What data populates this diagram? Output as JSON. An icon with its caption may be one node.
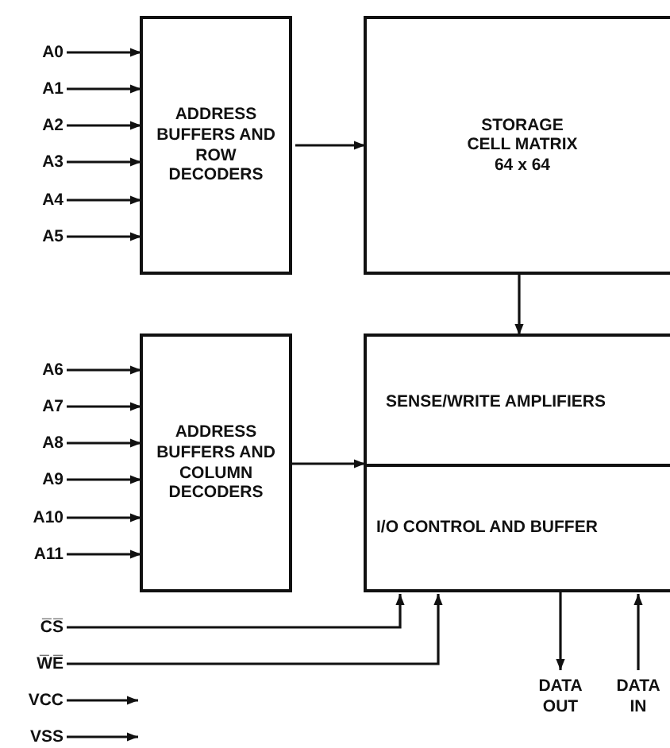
{
  "diagram": {
    "nodes": [
      {
        "text": [
          "A0"
        ]
      },
      {
        "text": [
          "A1"
        ]
      },
      {
        "text": [
          "A2"
        ]
      },
      {
        "text": [
          "A3"
        ]
      },
      {
        "text": [
          "A4"
        ]
      },
      {
        "text": [
          "A5"
        ]
      },
      {
        "text": [
          "ADDRESS BUFFERS AND ROW DECODERS"
        ]
      },
      {
        "text": [
          "STORAGE CELL MATRIX 64 x 64"
        ]
      },
      {
        "text": [
          "A6"
        ]
      },
      {
        "text": [
          "A7"
        ]
      },
      {
        "text": [
          "A8"
        ]
      },
      {
        "text": [
          "A9"
        ]
      },
      {
        "text": [
          "A10"
        ]
      },
      {
        "text": [
          "A11"
        ]
      },
      {
        "text": [
          "ADDRESS BUFFERS AND COLUMN DECODERS"
        ]
      },
      {
        "text": [
          "SENSE/WRITE AMPLIFIERS"
        ]
      },
      {
        "text": [
          "I/O CONTROL AND BUFFER"
        ]
      },
      {
        "text": [
          "C̅S̅"
        ]
      },
      {
        "text": [
          "W̅E̅"
        ]
      },
      {
        "text": [
          "VCC"
        ]
      },
      {
        "text": [
          "VSS"
        ]
      },
      {
        "text": [
          "DATA OUT"
        ]
      },
      {
        "text": [
          "DATA IN"
        ]
      }
    ],
    "edges": [
      {
        "from": 0,
        "to": 6,
        "arrow": "to"
      },
      {
        "from": 1,
        "to": 6,
        "arrow": "to"
      },
      {
        "from": 2,
        "to": 6,
        "arrow": "to"
      },
      {
        "from": 3,
        "to": 6,
        "arrow": "to"
      },
      {
        "from": 4,
        "to": 6,
        "arrow": "to"
      },
      {
        "from": 5,
        "to": 6,
        "arrow": "to"
      },
      {
        "from": 8,
        "to": 14,
        "arrow": "to"
      },
      {
        "from": 9,
        "to": 14,
        "arrow": "to"
      },
      {
        "from": 10,
        "to": 14,
        "arrow": "to"
      },
      {
        "from": 11,
        "to": 14,
        "arrow": "to"
      },
      {
        "from": 12,
        "to": 14,
        "arrow": "to"
      },
      {
        "from": 13,
        "to": 14,
        "arrow": "to"
      },
      {
        "from": 17,
        "to": 16,
        "arrow": "to"
      },
      {
        "from": 18,
        "to": 16,
        "arrow": "to"
      },
      {
        "from": 19,
        "to": null,
        "arrow": "to"
      },
      {
        "from": 20,
        "to": null,
        "arrow": "to"
      },
      {
        "from": 6,
        "to": 7,
        "arrow": "to"
      },
      {
        "from": 7,
        "to": 15,
        "arrow": "to"
      },
      {
        "from": 14,
        "to": 16,
        "arrow": "to"
      },
      {
        "from": 16,
        "to": 21,
        "arrow": "to"
      },
      {
        "from": 22,
        "to": 16,
        "arrow": "to"
      }
    ]
  }
}
